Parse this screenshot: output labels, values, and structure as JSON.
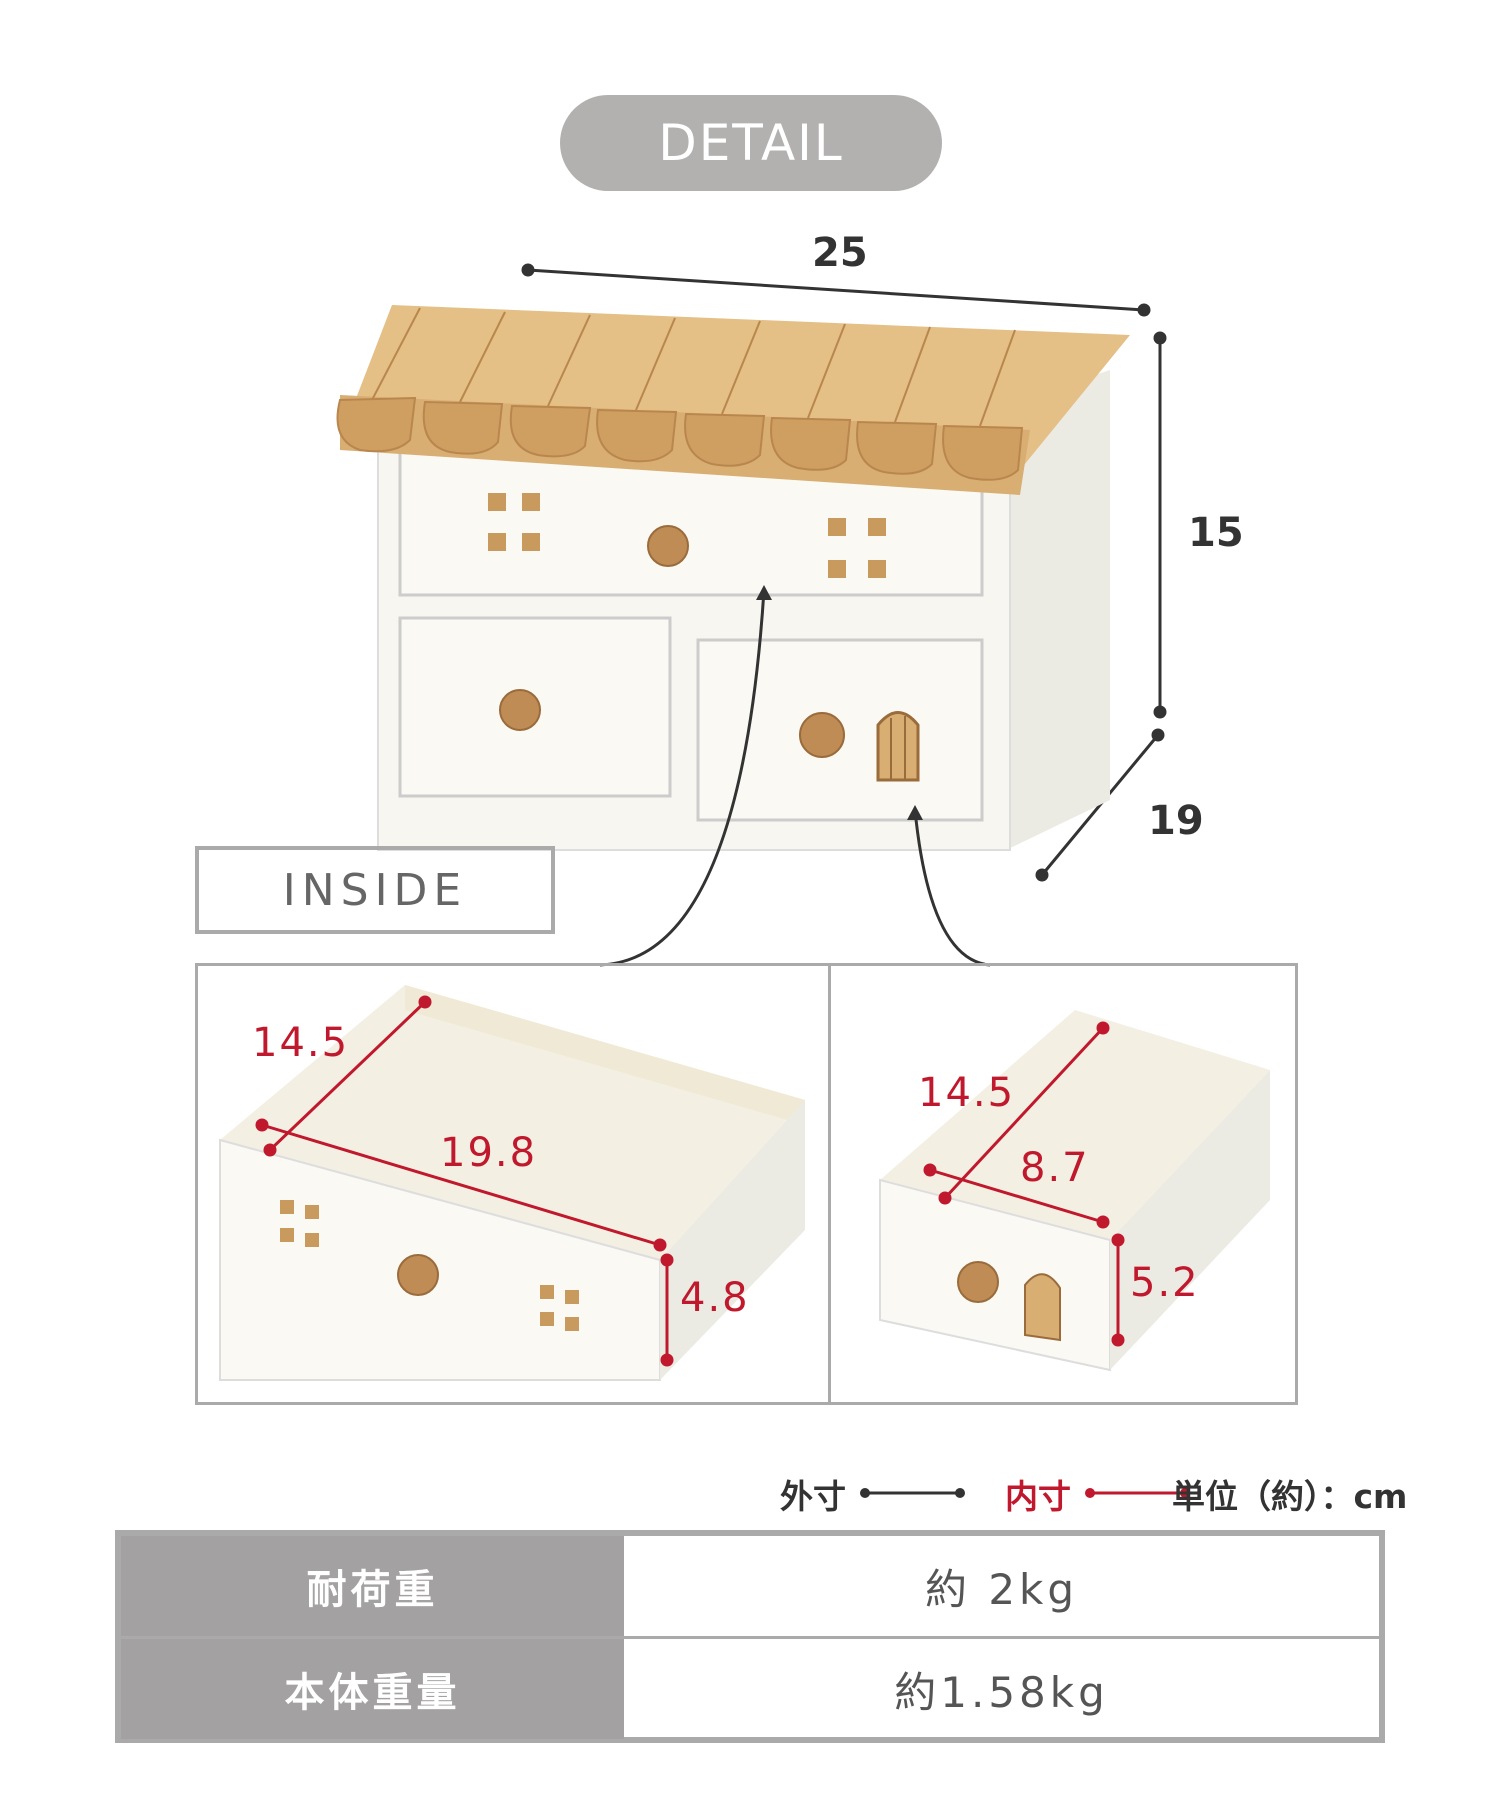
{
  "header": {
    "title": "DETAIL"
  },
  "exterior": {
    "width": "25",
    "height": "15",
    "depth": "19"
  },
  "inside": {
    "label": "INSIDE",
    "large_drawer": {
      "depth": "14.5",
      "width": "19.8",
      "height": "4.8"
    },
    "small_drawer": {
      "depth": "14.5",
      "width": "8.7",
      "height": "5.2"
    }
  },
  "legend": {
    "outer": "外寸",
    "inner": "内寸",
    "unit": "単位（約）：cm"
  },
  "specs": [
    {
      "label": "耐荷重",
      "value": "約 2kg"
    },
    {
      "label": "本体重量",
      "value": "約1.58kg"
    }
  ],
  "colors": {
    "accent_red": "#c0182c",
    "gray": "#b3b1b0",
    "wood": "#d8ae72",
    "body": "#f7f6f0"
  }
}
